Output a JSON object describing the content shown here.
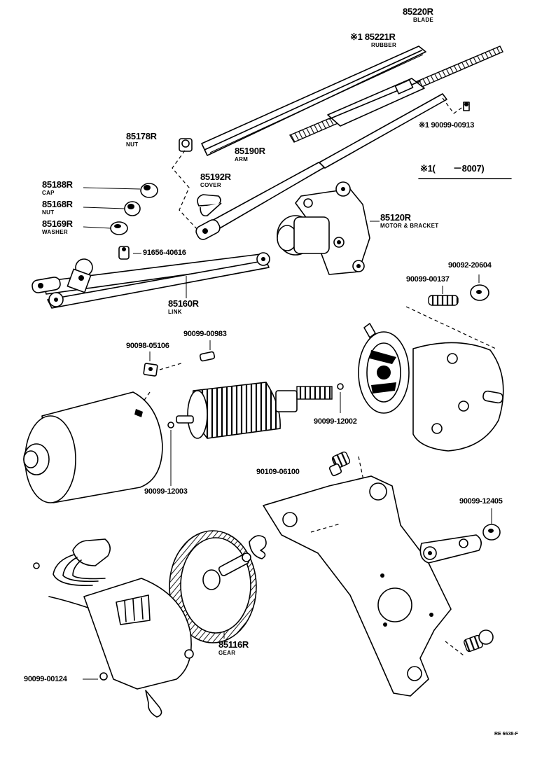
{
  "parts": {
    "blade": {
      "number": "85220R",
      "name": "BLADE"
    },
    "rubber": {
      "number": "※1 85221R",
      "name": "RUBBER"
    },
    "screw_913": {
      "number": "※1 90099-00913"
    },
    "note": {
      "text": "※1(　　－8007)"
    },
    "nut_178": {
      "number": "85178R",
      "name": "NUT"
    },
    "arm": {
      "number": "85190R",
      "name": "ARM"
    },
    "cover": {
      "number": "85192R",
      "name": "COVER"
    },
    "cap": {
      "number": "85188R",
      "name": "CAP"
    },
    "nut_168": {
      "number": "85168R",
      "name": "NUT"
    },
    "washer": {
      "number": "85169R",
      "name": "WASHER"
    },
    "bolt_616": {
      "number": "91656-40616"
    },
    "motor_bracket": {
      "number": "85120R",
      "name": "MOTOR & BRACKET"
    },
    "link": {
      "number": "85160R",
      "name": "LINK"
    },
    "p_604": {
      "number": "90092-20604"
    },
    "p_137": {
      "number": "90099-00137"
    },
    "p_983": {
      "number": "90099-00983"
    },
    "p_106": {
      "number": "90098-05106"
    },
    "p_2002": {
      "number": "90099-12002"
    },
    "p_2003": {
      "number": "90099-12003"
    },
    "p_8100": {
      "number": "90109-06100"
    },
    "p_405": {
      "number": "90099-12405"
    },
    "gear": {
      "number": "85116R",
      "name": "GEAR"
    },
    "p_124": {
      "number": "90099-00124"
    }
  },
  "ref_code": "RE 6638-F"
}
